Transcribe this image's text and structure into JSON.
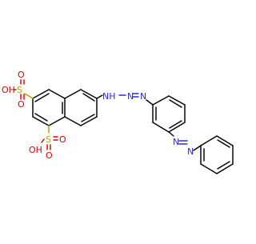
{
  "molecule": {
    "atom_labels": {
      "nh": "NH",
      "n_a": "N",
      "n_b": "N",
      "n_c": "N",
      "n_d": "N",
      "s_top": "S",
      "s_bot": "S",
      "o_top_1": "O",
      "o_top_2": "O",
      "oh_top": "OH",
      "o_bot_1": "O",
      "o_bot_2": "O",
      "oh_bot": "OH"
    },
    "colors": {
      "carbon": "#000000",
      "nitrogen": "#2b2bd8",
      "sulfur": "#b5a000",
      "oxygen": "#e00000",
      "background": "#ffffff"
    }
  }
}
